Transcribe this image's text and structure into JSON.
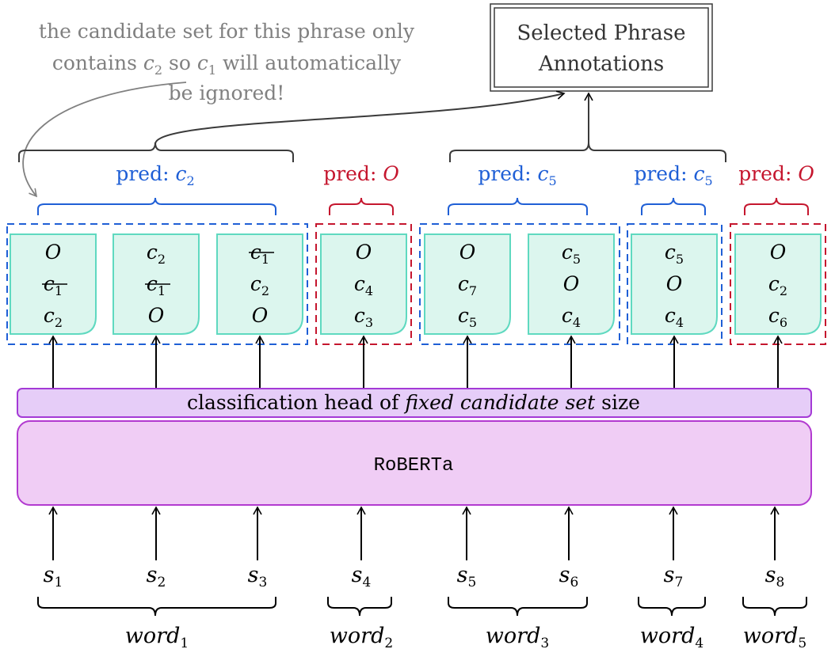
{
  "note": {
    "lines": [
      [
        "the candidate set  for this phrase only"
      ],
      [
        "contains ",
        "c",
        "2",
        " so ",
        "c",
        "1",
        " will automatically"
      ],
      [
        "be ignored!"
      ]
    ],
    "line_1": "the candidate set  for this phrase only",
    "line_2_a": "contains ",
    "line_2_b_var": "c",
    "line_2_b_sub": "2",
    "line_2_c": " so ",
    "line_2_d_var": "c",
    "line_2_d_sub": "1",
    "line_2_e": " will automatically",
    "line_3": "be ignored!"
  },
  "output_box": {
    "line_1": "Selected Phrase",
    "line_2": "Annotations"
  },
  "preds": [
    {
      "label": "pred: ",
      "var": "c",
      "sub": "2",
      "color": "#1f5fd6"
    },
    {
      "label": "pred: ",
      "var": "O",
      "sub": "",
      "color": "#c5162e"
    },
    {
      "label": "pred: ",
      "var": "c",
      "sub": "5",
      "color": "#1f5fd6"
    },
    {
      "label": "pred: ",
      "var": "c",
      "sub": "5",
      "color": "#1f5fd6"
    },
    {
      "label": "pred: ",
      "var": "O",
      "sub": "",
      "color": "#c5162e"
    }
  ],
  "token_candidates": [
    [
      {
        "v": "O",
        "s": "",
        "strike": false
      },
      {
        "v": "c",
        "s": "1",
        "strike": true
      },
      {
        "v": "c",
        "s": "2",
        "strike": false
      }
    ],
    [
      {
        "v": "c",
        "s": "2",
        "strike": false
      },
      {
        "v": "c",
        "s": "1",
        "strike": true
      },
      {
        "v": "O",
        "s": "",
        "strike": false
      }
    ],
    [
      {
        "v": "c",
        "s": "1",
        "strike": true
      },
      {
        "v": "c",
        "s": "2",
        "strike": false
      },
      {
        "v": "O",
        "s": "",
        "strike": false
      }
    ],
    [
      {
        "v": "O",
        "s": "",
        "strike": false
      },
      {
        "v": "c",
        "s": "4",
        "strike": false
      },
      {
        "v": "c",
        "s": "3",
        "strike": false
      }
    ],
    [
      {
        "v": "O",
        "s": "",
        "strike": false
      },
      {
        "v": "c",
        "s": "7",
        "strike": false
      },
      {
        "v": "c",
        "s": "5",
        "strike": false
      }
    ],
    [
      {
        "v": "c",
        "s": "5",
        "strike": false
      },
      {
        "v": "O",
        "s": "",
        "strike": false
      },
      {
        "v": "c",
        "s": "4",
        "strike": false
      }
    ],
    [
      {
        "v": "c",
        "s": "5",
        "strike": false
      },
      {
        "v": "O",
        "s": "",
        "strike": false
      },
      {
        "v": "c",
        "s": "4",
        "strike": false
      }
    ],
    [
      {
        "v": "O",
        "s": "",
        "strike": false
      },
      {
        "v": "c",
        "s": "2",
        "strike": false
      },
      {
        "v": "c",
        "s": "6",
        "strike": false
      }
    ]
  ],
  "classification_head": {
    "text_a": "classification head of ",
    "text_b": "fixed candidate set",
    "text_c": " size"
  },
  "encoder": {
    "label": "RoBERTa"
  },
  "subwords": [
    {
      "var": "s",
      "sub": "1"
    },
    {
      "var": "s",
      "sub": "2"
    },
    {
      "var": "s",
      "sub": "3"
    },
    {
      "var": "s",
      "sub": "4"
    },
    {
      "var": "s",
      "sub": "5"
    },
    {
      "var": "s",
      "sub": "6"
    },
    {
      "var": "s",
      "sub": "7"
    },
    {
      "var": "s",
      "sub": "8"
    }
  ],
  "words": [
    {
      "var": "word",
      "sub": "1"
    },
    {
      "var": "word",
      "sub": "2"
    },
    {
      "var": "word",
      "sub": "3"
    },
    {
      "var": "word",
      "sub": "4"
    },
    {
      "var": "word",
      "sub": "5"
    }
  ],
  "colors": {
    "blue": "#1f5fd6",
    "red": "#c5162e",
    "cell_fill": "#dcf6ee",
    "cell_stroke": "#5fd9c0",
    "head_fill": "#e6cdf8",
    "head_stroke": "#a43ad6",
    "encoder_fill": "#f0cdf5",
    "encoder_stroke": "#b23ad0",
    "note_grey": "#808080"
  }
}
